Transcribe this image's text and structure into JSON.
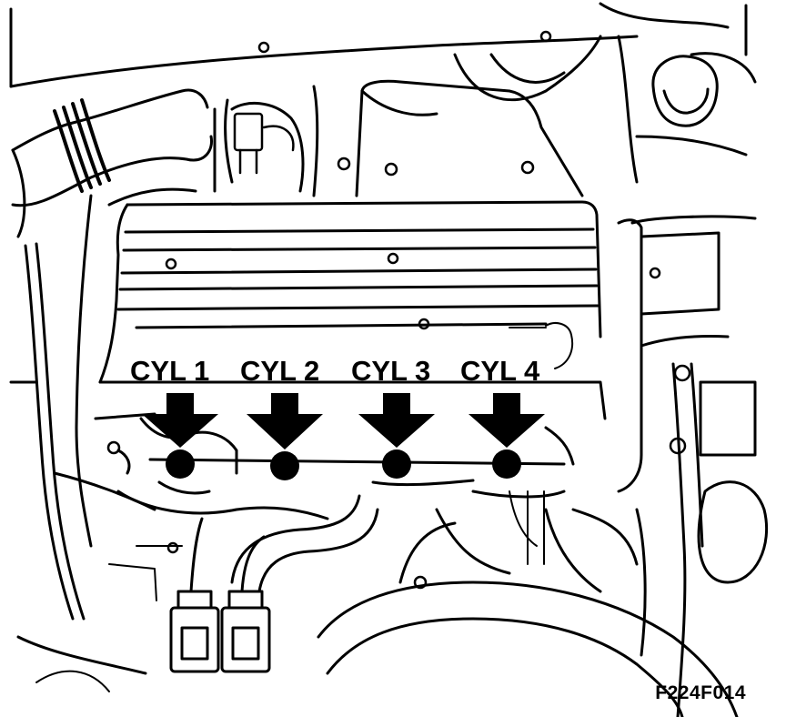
{
  "diagram": {
    "cylinders": [
      {
        "label": "CYL 1"
      },
      {
        "label": "CYL 2"
      },
      {
        "label": "CYL 3"
      },
      {
        "label": "CYL 4"
      }
    ],
    "figure_code": "F224F014",
    "colors": {
      "ink": "#000000",
      "paper": "#ffffff"
    }
  }
}
